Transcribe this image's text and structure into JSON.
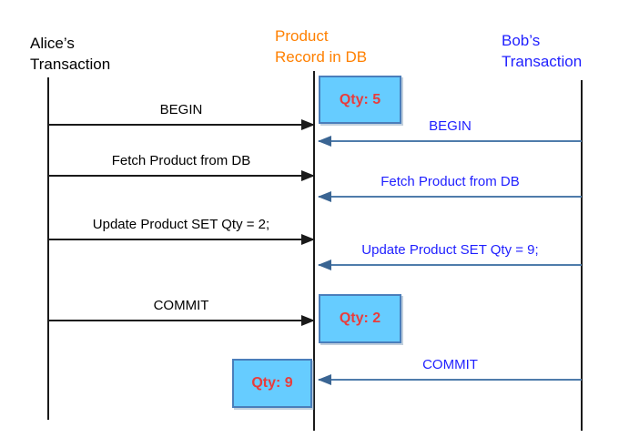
{
  "diagram": {
    "title_semantic": "Lost update sequence diagram",
    "actors": {
      "alice": {
        "line1": "Alice’s",
        "line2": "Transaction",
        "color": "#000000"
      },
      "db": {
        "line1": "Product",
        "line2": "Record in DB",
        "color": "#ff8000"
      },
      "bob": {
        "line1": "Bob’s",
        "line2": "Transaction",
        "color": "#1f1fff"
      }
    },
    "alice_messages": [
      {
        "label": "BEGIN"
      },
      {
        "label": "Fetch Product from DB"
      },
      {
        "label": "Update Product SET Qty = 2;"
      },
      {
        "label": "COMMIT"
      }
    ],
    "bob_messages": [
      {
        "label": "BEGIN"
      },
      {
        "label": "Fetch Product from DB"
      },
      {
        "label": "Update Product SET Qty = 9;"
      },
      {
        "label": "COMMIT"
      }
    ],
    "db_states": [
      {
        "label": "Qty: 5"
      },
      {
        "label": "Qty: 2"
      },
      {
        "label": "Qty: 9"
      }
    ],
    "colors": {
      "alice_text": "#000000",
      "db_text": "#ff8000",
      "bob_text": "#1f1fff",
      "black_arrow": "#1a1a1a",
      "blue_arrow_line": "#4f7cab",
      "blue_arrow_head": "#3a6593",
      "state_box_fill": "#66ccff",
      "state_box_border": "#4a7ebb",
      "state_text": "#e93c3c"
    }
  }
}
